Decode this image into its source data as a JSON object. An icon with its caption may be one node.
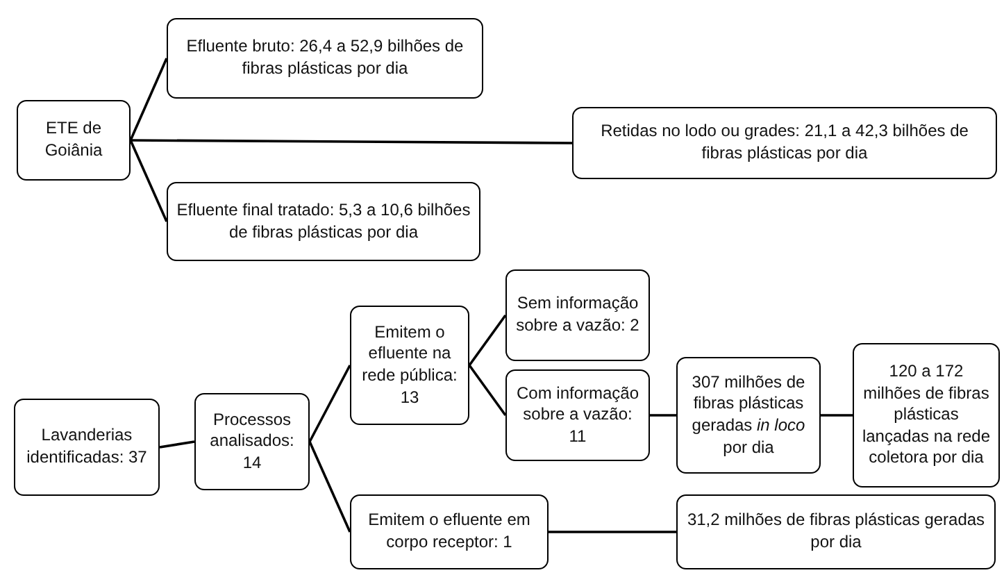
{
  "diagram": {
    "nodes": [
      {
        "text": [
          "ETE de Goiânia"
        ]
      },
      {
        "text": [
          "Efluente bruto: 26,4 a 52,9 bilhões de fibras plásticas por dia"
        ]
      },
      {
        "text": [
          "Retidas no lodo ou grades: 21,1 a 42,3 bilhões de fibras plásticas por dia"
        ]
      },
      {
        "text": [
          "Efluente final tratado: 5,3 a 10,6 bilhões de fibras plásticas por dia"
        ]
      },
      {
        "text": [
          "Lavanderias identificadas: 37"
        ]
      },
      {
        "text": [
          "Processos analisados: 14"
        ]
      },
      {
        "text": [
          "Emitem o efluente na rede pública: 13"
        ]
      },
      {
        "text": [
          "Sem informação sobre a vazão: 2"
        ]
      },
      {
        "text": [
          "Com informação sobre a vazão: 11"
        ]
      },
      {
        "text": [
          "307 milhões de fibras plásticas geradas *in loco* por dia"
        ]
      },
      {
        "text": [
          "120 a 172 milhões de fibras plásticas lançadas na rede coletora por dia"
        ]
      },
      {
        "text": [
          "Emitem o efluente em corpo receptor: 1"
        ]
      },
      {
        "text": [
          "31,2 milhões de fibras plásticas geradas por dia"
        ]
      }
    ],
    "edges": [
      {
        "from": 0,
        "to": 1,
        "arrow": "none"
      },
      {
        "from": 0,
        "to": 2,
        "arrow": "none"
      },
      {
        "from": 0,
        "to": 3,
        "arrow": "none"
      },
      {
        "from": 4,
        "to": 5,
        "arrow": "none"
      },
      {
        "from": 5,
        "to": 6,
        "arrow": "none"
      },
      {
        "from": 5,
        "to": 11,
        "arrow": "none"
      },
      {
        "from": 6,
        "to": 7,
        "arrow": "none"
      },
      {
        "from": 6,
        "to": 8,
        "arrow": "none"
      },
      {
        "from": 8,
        "to": 9,
        "arrow": "none"
      },
      {
        "from": 9,
        "to": 10,
        "arrow": "none"
      },
      {
        "from": 11,
        "to": 12,
        "arrow": "none"
      }
    ]
  }
}
